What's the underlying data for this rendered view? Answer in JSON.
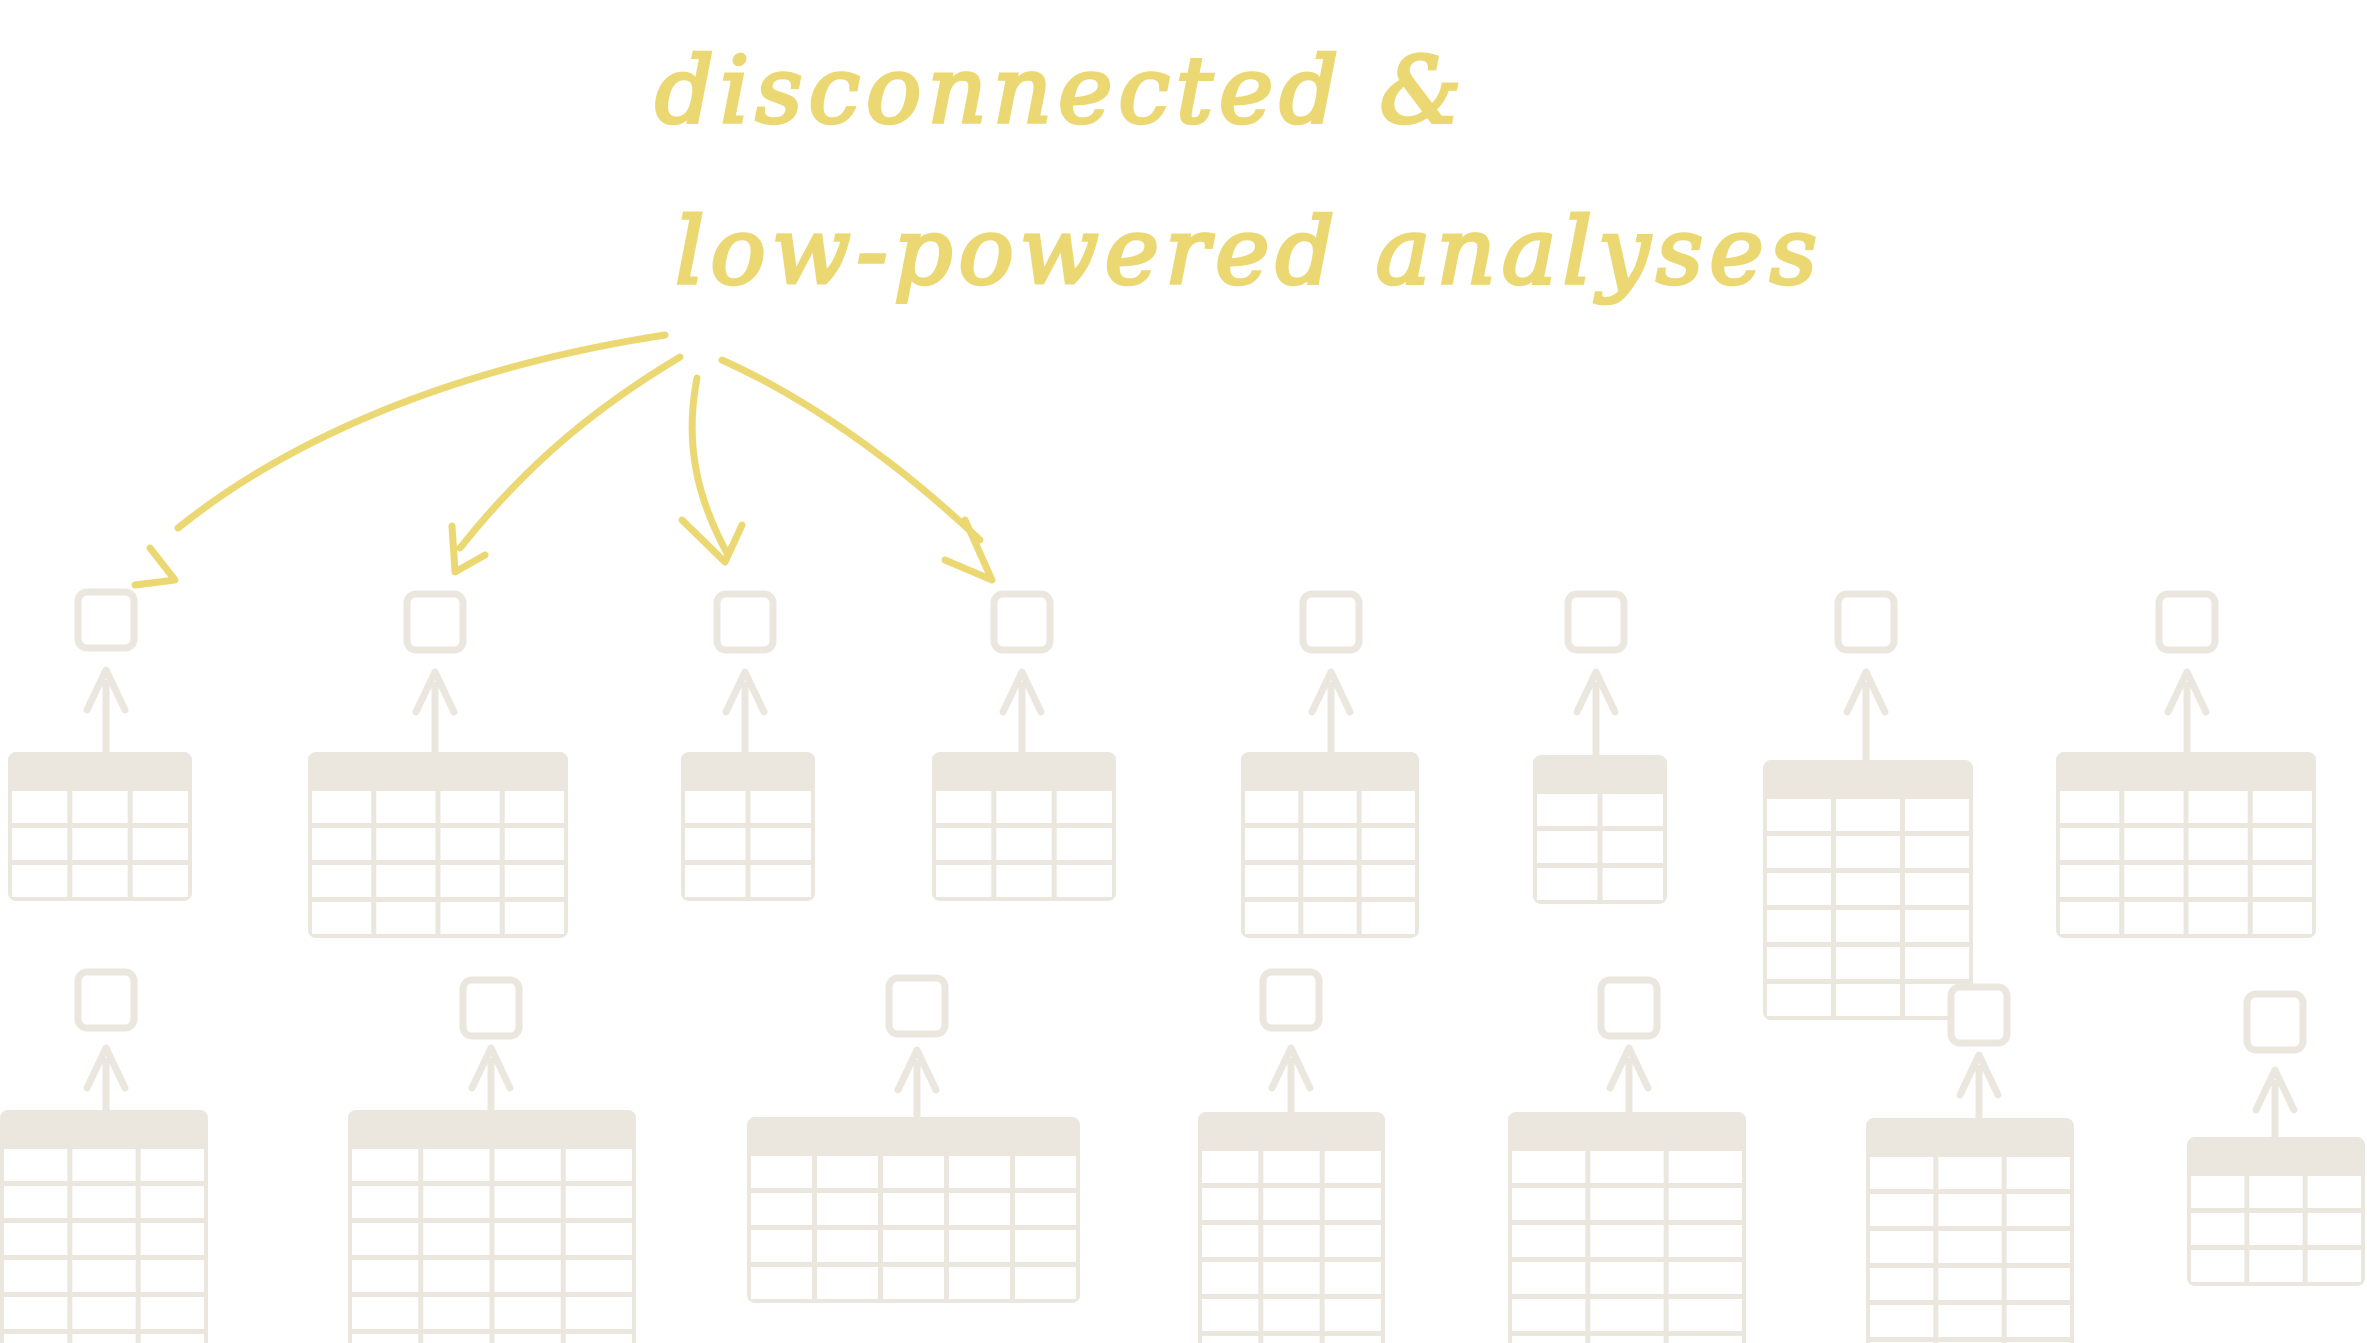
{
  "title": {
    "line1": "disconnected &",
    "line2": "low-powered analyses"
  },
  "colors": {
    "accent": "#ecd872",
    "table_fill": "#ebe7df",
    "background": "#ffffff"
  },
  "icons": {
    "result": "analysis-result-square-icon",
    "arrow": "upward-arrow-icon",
    "table": "data-table-icon"
  },
  "analyses": [
    {
      "id": "a1",
      "rows": 3,
      "cols": 3,
      "title_arrow": true
    },
    {
      "id": "a2",
      "rows": 4,
      "cols": 4,
      "title_arrow": true
    },
    {
      "id": "a3",
      "rows": 3,
      "cols": 2,
      "title_arrow": true
    },
    {
      "id": "a4",
      "rows": 3,
      "cols": 3,
      "title_arrow": true
    },
    {
      "id": "a5",
      "rows": 4,
      "cols": 3,
      "title_arrow": false
    },
    {
      "id": "a6",
      "rows": 3,
      "cols": 2,
      "title_arrow": false
    },
    {
      "id": "a7",
      "rows": 6,
      "cols": 3,
      "title_arrow": false
    },
    {
      "id": "a8",
      "rows": 4,
      "cols": 4,
      "title_arrow": false
    },
    {
      "id": "a9",
      "rows": 6,
      "cols": 3,
      "title_arrow": false
    },
    {
      "id": "a10",
      "rows": 6,
      "cols": 4,
      "title_arrow": false
    },
    {
      "id": "a11",
      "rows": 4,
      "cols": 5,
      "title_arrow": false
    },
    {
      "id": "a12",
      "rows": 6,
      "cols": 3,
      "title_arrow": false
    },
    {
      "id": "a13",
      "rows": 6,
      "cols": 3,
      "title_arrow": false
    },
    {
      "id": "a14",
      "rows": 6,
      "cols": 3,
      "title_arrow": false
    },
    {
      "id": "a15",
      "rows": 3,
      "cols": 3,
      "title_arrow": false
    }
  ]
}
